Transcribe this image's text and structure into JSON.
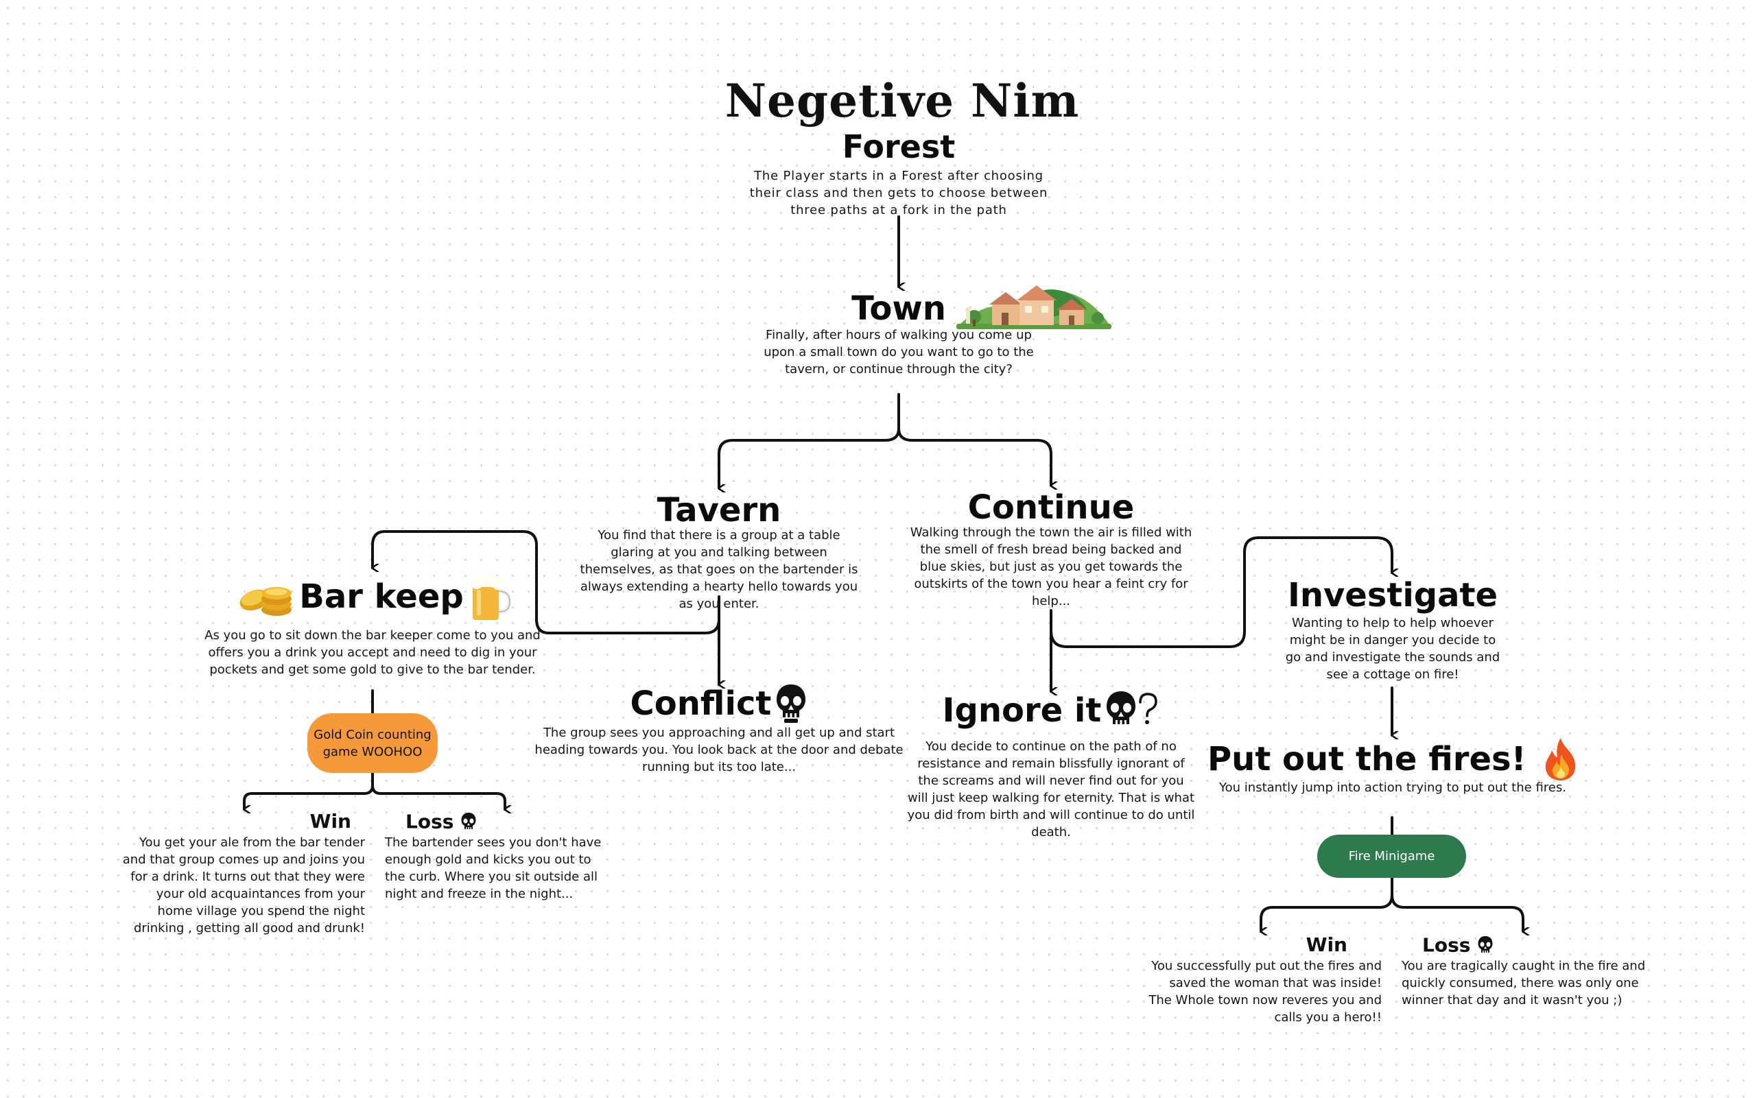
{
  "title": "Negetive Nim",
  "colors": {
    "line": "#111111",
    "gold_pill": "#f6993a",
    "green_pill": "#2d7a4c",
    "pill_green_text": "#ffffff"
  },
  "nodes": {
    "forest": {
      "heading": "Forest",
      "text": "The Player starts in a Forest after choosing their class and then gets to choose between three paths at a fork in the path"
    },
    "town": {
      "heading": "Town",
      "icon": "village-icon",
      "text": "Finally, after hours of walking you come up upon a small town do you want to go to the tavern, or continue through the city?"
    },
    "tavern": {
      "heading": "Tavern",
      "text": "You find that there is a group at a table glaring at you and talking between themselves, as that goes on the bartender is always extending a hearty hello towards you as you enter."
    },
    "continue": {
      "heading": "Continue",
      "text": "Walking through the town the air is filled with the smell of fresh bread being backed and blue skies, but just as you get towards the outskirts of the town you hear a feint cry for help..."
    },
    "barkeep": {
      "heading": "Bar keep",
      "icon_left": "gold-coins-icon",
      "icon_right": "beer-mug-icon",
      "text": "As you go to sit down the bar keeper come to you and offers you a drink you accept and need to dig in your pockets and get some gold to give to the bar tender."
    },
    "conflict": {
      "heading": "Conflict",
      "icon": "skull-icon",
      "text": "The group sees you approaching and all get up and start heading towards you. You look back at the door and debate running but its too late..."
    },
    "ignore": {
      "heading": "Ignore it",
      "icon": "skull-question-icon",
      "text": "You decide to continue on the path of no resistance and remain blissfully ignorant of the screams and will never find out for you will just keep walking for eternity. That is what you did from birth and will continue to do until death."
    },
    "investigate": {
      "heading": "Investigate",
      "text": "Wanting to help to help whoever might be in danger you decide to go and investigate the sounds and see a cottage on fire!"
    },
    "putout": {
      "heading": "Put out the fires!",
      "icon": "fire-icon",
      "text": "You instantly jump into action trying to put out the fires."
    }
  },
  "minigames": {
    "gold": {
      "label": "Gold Coin counting game WOOHOO"
    },
    "fire": {
      "label": "Fire Minigame"
    }
  },
  "outcomes": {
    "bar_win": {
      "heading": "Win",
      "text": "You get your ale from the bar tender and that group comes up and joins you for a drink. It turns out that they were your old acquaintances from your home village you spend the night drinking , getting all good and drunk!"
    },
    "bar_loss": {
      "heading": "Loss",
      "icon": "skull-icon",
      "text": "The bartender sees you don't have enough gold and kicks you out to the curb. Where you sit outside all night and freeze in the night..."
    },
    "fire_win": {
      "heading": "Win",
      "text": "You successfully put out the fires and saved the woman that was inside! The Whole town now reveres you and calls you a hero!!"
    },
    "fire_loss": {
      "heading": "Loss",
      "icon": "skull-icon",
      "text": "You are tragically caught in the fire and quickly consumed, there was only one winner that day and it wasn't you ;)"
    }
  }
}
